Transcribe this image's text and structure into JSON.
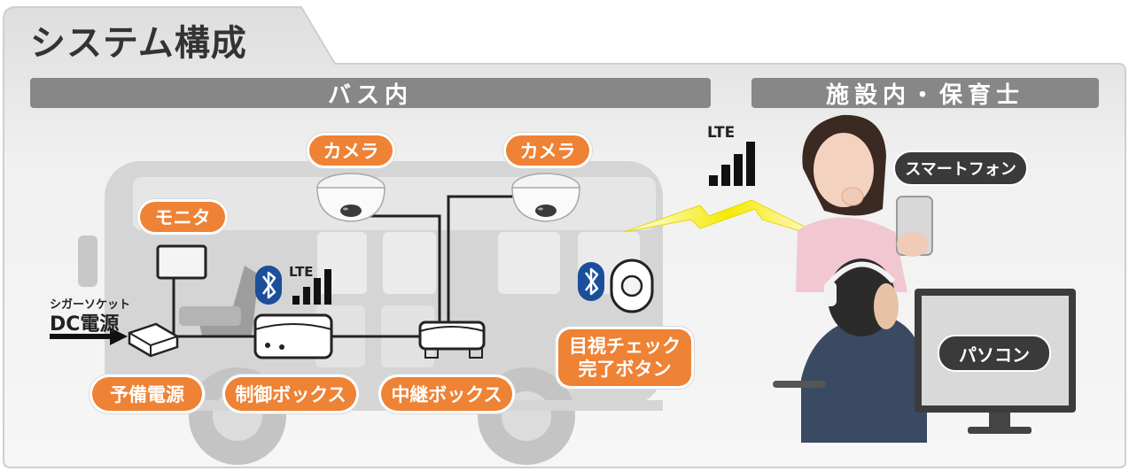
{
  "title": "システム構成",
  "sections": {
    "bus": "バス内",
    "facility": "施設内・保育士"
  },
  "labels": {
    "camera_left": "カメラ",
    "camera_right": "カメラ",
    "monitor": "モニタ",
    "spare_power": "予備電源",
    "control_box": "制御ボックス",
    "relay_box": "中継ボックス",
    "check_button_line1": "目視チェック",
    "check_button_line2": "完了ボタン",
    "cigar_socket": "シガーソケット",
    "dc_power": "DC電源",
    "lte_bus": "LTE",
    "lte_air": "LTE",
    "smartphone": "スマートフォン",
    "pc": "パソコン"
  },
  "colors": {
    "accent": "#ee8235",
    "band": "#878787",
    "bus_body": "#d6d6d6",
    "bluetooth": "#1b4f9c",
    "signal": "#f2e200"
  },
  "icons": [
    "bluetooth-icon",
    "lte-signal-icon",
    "camera-icon",
    "monitor-icon",
    "push-button-icon",
    "lightning-icon"
  ]
}
